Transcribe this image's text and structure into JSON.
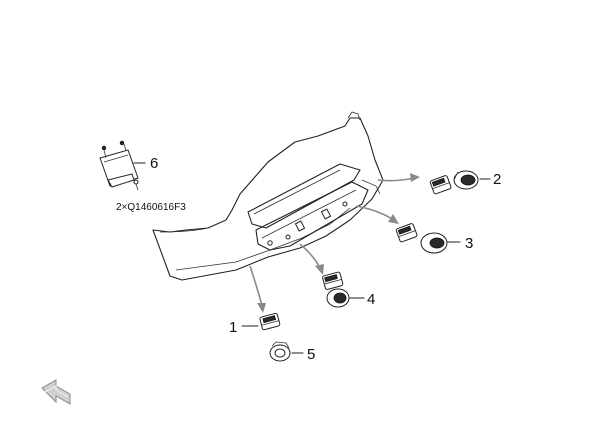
{
  "callouts": {
    "c1": "1",
    "c2": "2",
    "c3": "3",
    "c4": "4",
    "c5": "5",
    "c6": "6"
  },
  "fastener_note": "2×Q1460616F3",
  "colors": {
    "line": "#222222",
    "arrow": "#8a8a8a",
    "back_icon": "#9a9a9a"
  },
  "icons": {
    "back": "back-arrow-icon"
  }
}
